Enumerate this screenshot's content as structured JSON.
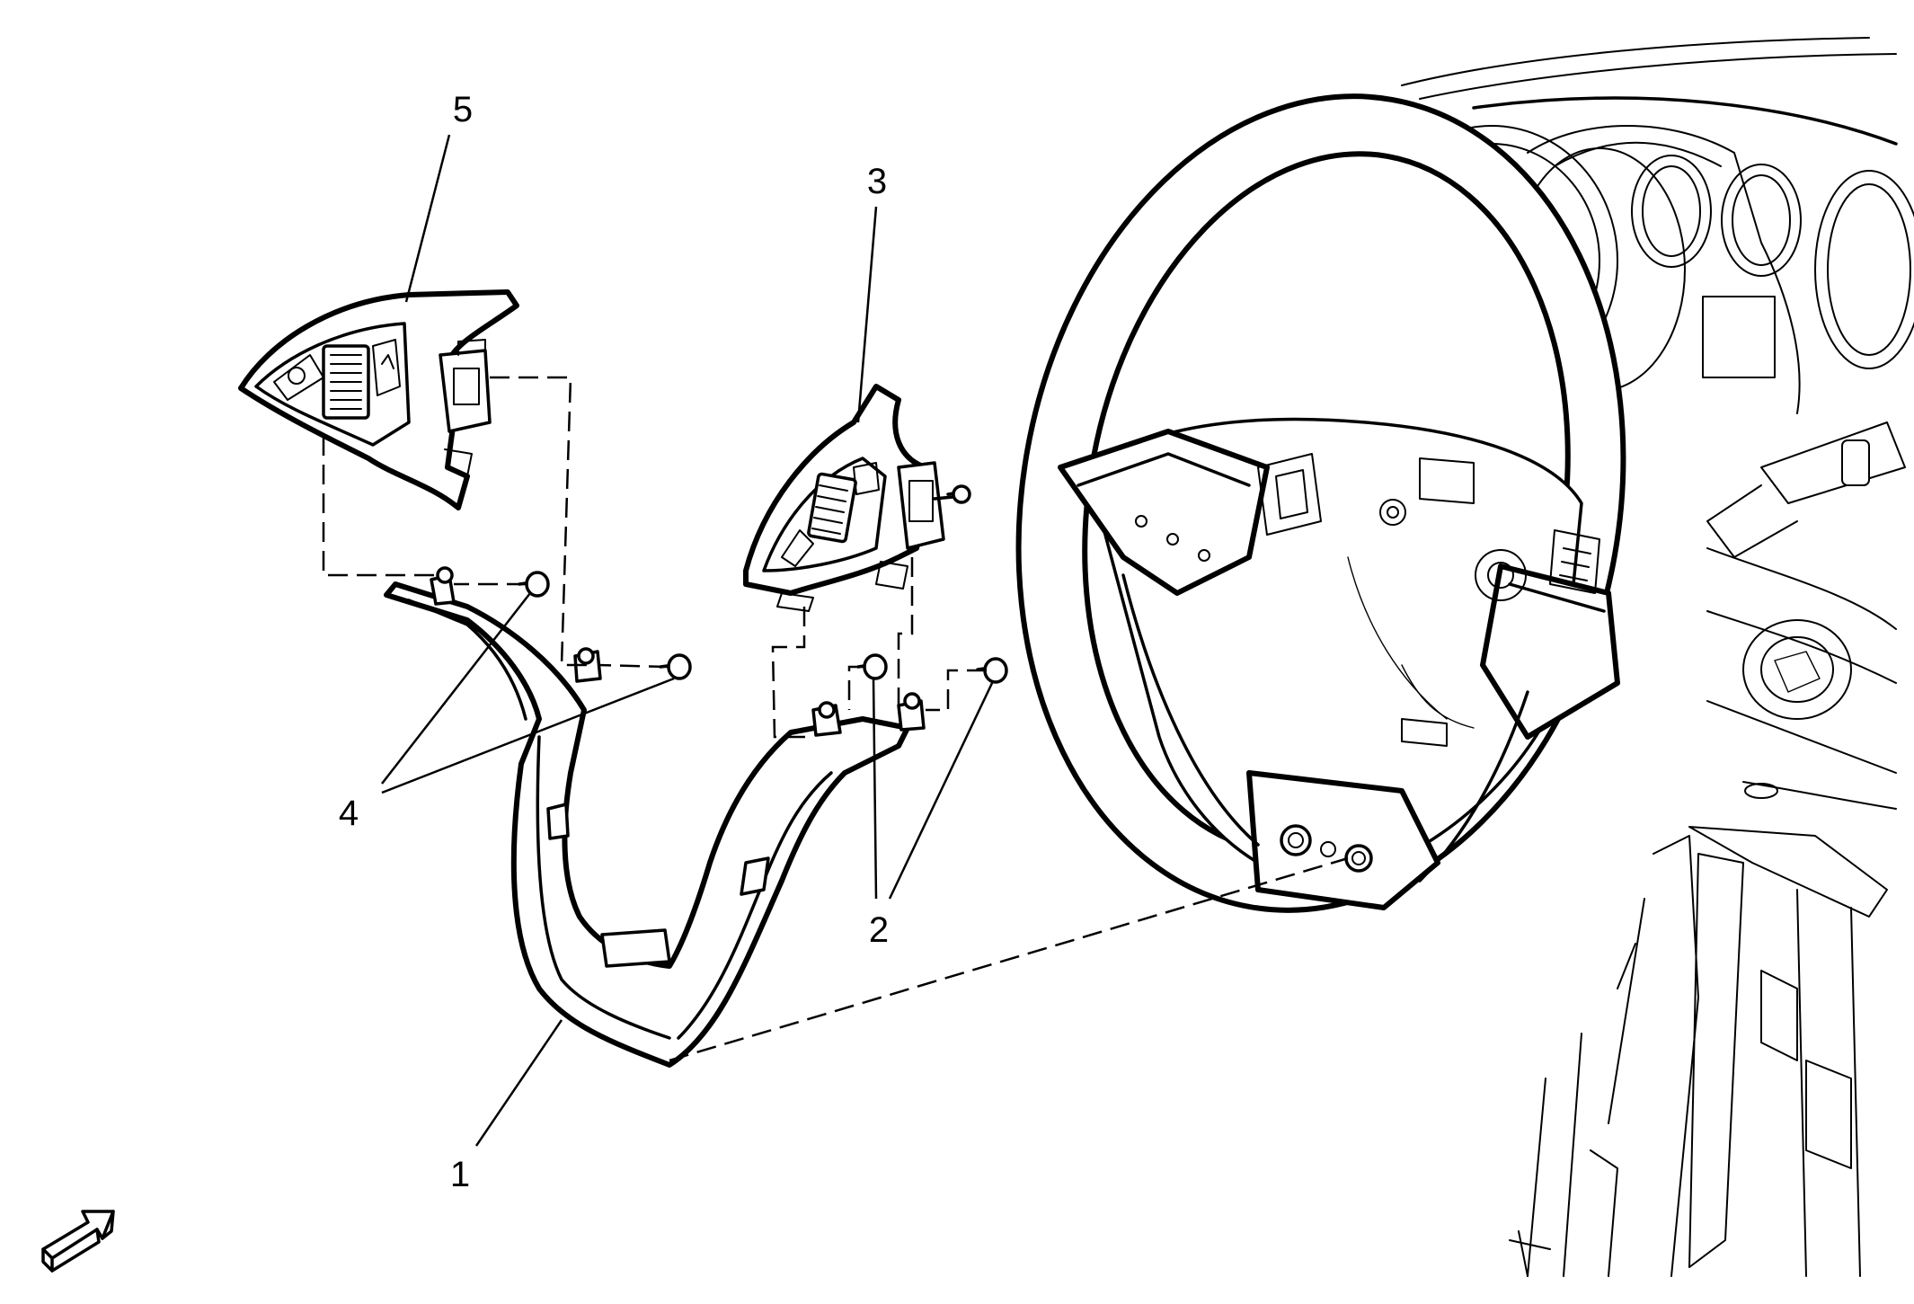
{
  "diagram": {
    "callouts": [
      {
        "id": "1",
        "label": "1",
        "part": "steering-wheel-lower-trim-cover"
      },
      {
        "id": "2",
        "label": "2",
        "part": "switch-fasteners-right"
      },
      {
        "id": "3",
        "label": "3",
        "part": "steering-wheel-right-control-switch"
      },
      {
        "id": "4",
        "label": "4",
        "part": "switch-fasteners-left"
      },
      {
        "id": "5",
        "label": "5",
        "part": "steering-wheel-left-control-switch"
      }
    ],
    "icons": {
      "view_direction": "view-direction-arrow-icon"
    },
    "colors": {
      "line": "#000000",
      "background": "#ffffff"
    }
  }
}
